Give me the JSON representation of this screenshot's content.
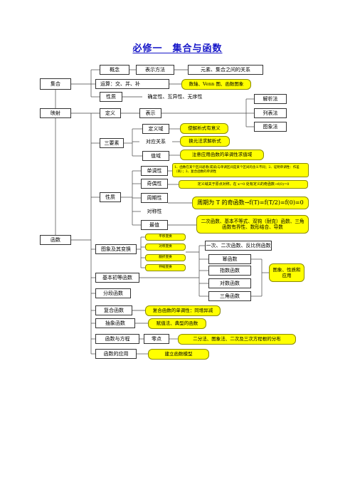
{
  "title": "必修一　集合与函数",
  "nodes": {
    "jihe": "集合",
    "gainian": "概念",
    "biaoshifangfa": "表示方法",
    "yuansu": "元素、集合之间的关系",
    "yunsuan": "运算：交、并、补",
    "shuzhou": "数轴、Venn 图、函数图象",
    "xingzhi1": "性质",
    "queding": "确定性、互异性、无序性",
    "jiexifa": "解析法",
    "liebiaofa": "列表法",
    "tuxiangfa": "图象法",
    "yingshe": "映射",
    "dingyi": "定义",
    "biaoshi": "表示",
    "sanyaosu": "三要素",
    "dingyiyu": "定义域",
    "duiying": "对应关系",
    "zhiyu": "值域",
    "shiyouyiyi": "使解析式有意义",
    "huanyuan": "换元法求解析式",
    "zhuyi": "注意应用函数的单调性求值域",
    "xingzhi2": "性质",
    "dandiao": "单调性",
    "jiou": "奇偶性",
    "zhouqi": "周期性",
    "duichen": "对称性",
    "zuizhi": "最值",
    "dandiao_note": "1、函数在某个区间递增(或减)与单调区间是某个区间的含义不同；2、证明单调性：作差（商）；3、复合函数的单调性",
    "jiou_note": "定义域关于原点对称，在 x=0 处有定义的奇函数→f(0)=0",
    "zhouqi_note": "周期为 T 的奇函数→f(T)=f(T/2)=f(0)=0",
    "zuizhi_note": "二次函数、基本不等式、双钩（耐克）函数、三角函数有界性、数形结合、导数",
    "hanshu": "函数",
    "tuxiang": "图象及其变换",
    "pingyi": "平移变换",
    "duichenbh": "对称变换",
    "fanzhe": "翻折变换",
    "shensuo": "伸缩变换",
    "yiciercifan": "一次、二次函数、反比例函数",
    "mihanshu": "幂函数",
    "zhishu": "指数函数",
    "duishu": "对数函数",
    "sanjiao": "三角函数",
    "tuxiangxingzhi": "图象、性质和应用",
    "jiben": "基本初等函数",
    "fenduan": "分段函数",
    "fuhe": "复合函数",
    "fuhe_note": "复合函数的单调性：同增异减",
    "chouxiang": "抽象函数",
    "chouxiang_note": "赋值法、典型的函数",
    "fangcheng": "函数与方程",
    "lingdian": "零点",
    "lingdian_note": "二分法、图象法、二次及三次方程根的分布",
    "yingyong": "函数的应用",
    "yingyong_note": "建立函数模型"
  }
}
